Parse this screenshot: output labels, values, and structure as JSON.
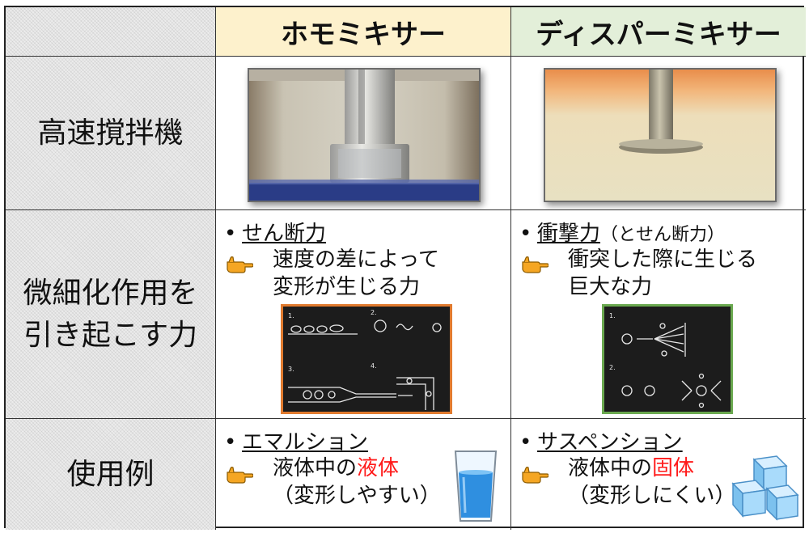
{
  "header": {
    "homo_mixer": "ホモミキサー",
    "disper_mixer": "ディスパーミキサー"
  },
  "rows": {
    "high_speed_stirrer": "高速撹拌機",
    "action_line1": "微細化作用を",
    "action_line2": "引き起こす力",
    "usage_example": "使用例"
  },
  "homo": {
    "force_bullet": "せん断力",
    "force_desc_line1": "速度の差によって",
    "force_desc_line2": "変形が生じる力",
    "diagram_labels": [
      "1.",
      "2.",
      "3.",
      "4."
    ],
    "use_bullet": "エマルション",
    "use_line1_prefix": "液体中の",
    "use_line1_highlight": "液体",
    "use_line2": "（変形しやすい）"
  },
  "disper": {
    "force_bullet": "衝撃力",
    "force_bullet_suffix": "（とせん断力）",
    "force_desc_line1": "衝突した際に生じる",
    "force_desc_line2": "巨大な力",
    "diagram_labels": [
      "1.",
      "2."
    ],
    "use_bullet": "サスペンション",
    "use_line1_prefix": "液体中の",
    "use_line1_highlight": "固体",
    "use_line2": "（変形しにくい）"
  },
  "colors": {
    "header_yellow": "#fdf1cc",
    "header_green": "#e3efd9",
    "highlight_red": "#ff1a1a",
    "hand_icon": "#f5a623",
    "homo_diagram_border": "#e07a2e",
    "disper_diagram_border": "#6aa84f"
  },
  "icons": {
    "pointing_hand": "pointing-hand-icon",
    "water_glass": "water-glass-icon",
    "ice_cubes": "ice-cubes-icon"
  }
}
